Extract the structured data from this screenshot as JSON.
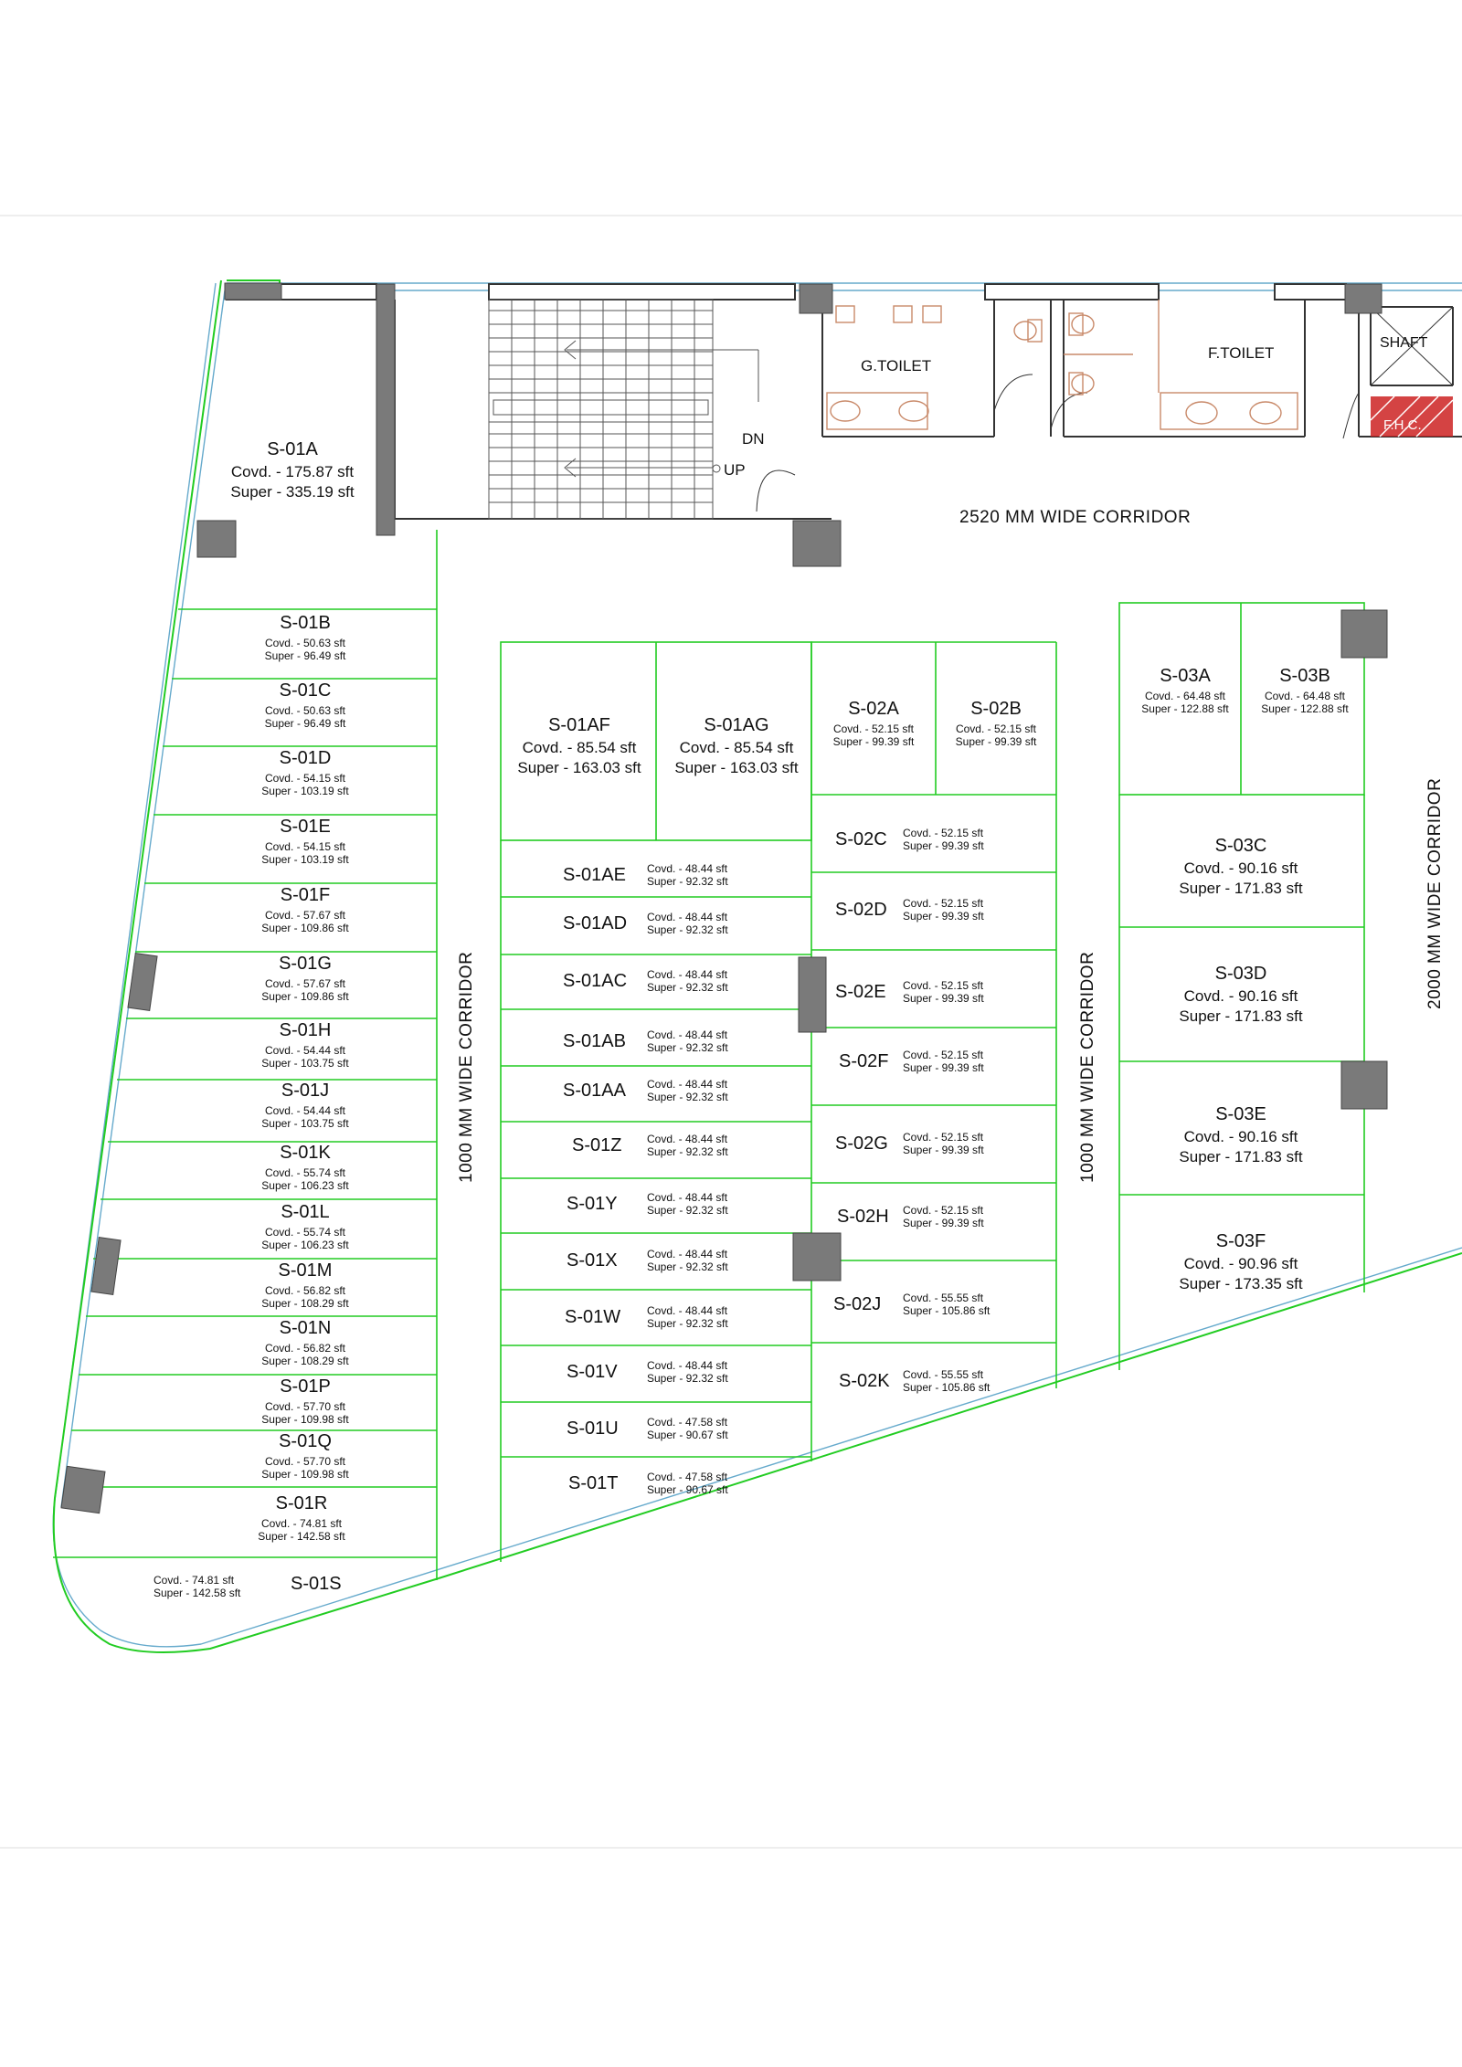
{
  "labels": {
    "corridor_top": "2520 MM WIDE CORRIDOR",
    "corridor_left": "1000 MM WIDE CORRIDOR",
    "corridor_mid": "1000 MM WIDE CORRIDOR",
    "corridor_right": "2000 MM WIDE CORRIDOR",
    "g_toilet": "G.TOILET",
    "f_toilet": "F.TOILET",
    "shaft": "SHAFT",
    "fhc": "F.H.C.",
    "dn": "DN",
    "up": "UP"
  },
  "units": [
    {
      "id": "S-01A",
      "covd": "Covd. - 175.87  sft",
      "super": "Super - 335.19  sft"
    },
    {
      "id": "S-01B",
      "covd": "Covd. - 50.63  sft",
      "super": "Super - 96.49  sft"
    },
    {
      "id": "S-01C",
      "covd": "Covd. - 50.63  sft",
      "super": "Super - 96.49  sft"
    },
    {
      "id": "S-01D",
      "covd": "Covd. - 54.15  sft",
      "super": "Super - 103.19  sft"
    },
    {
      "id": "S-01E",
      "covd": "Covd. - 54.15  sft",
      "super": "Super - 103.19  sft"
    },
    {
      "id": "S-01F",
      "covd": "Covd. - 57.67  sft",
      "super": "Super - 109.86  sft"
    },
    {
      "id": "S-01G",
      "covd": "Covd. - 57.67  sft",
      "super": "Super - 109.86  sft"
    },
    {
      "id": "S-01H",
      "covd": "Covd. - 54.44  sft",
      "super": "Super - 103.75  sft"
    },
    {
      "id": "S-01J",
      "covd": "Covd. - 54.44  sft",
      "super": "Super - 103.75  sft"
    },
    {
      "id": "S-01K",
      "covd": "Covd. - 55.74  sft",
      "super": "Super - 106.23  sft"
    },
    {
      "id": "S-01L",
      "covd": "Covd. - 55.74  sft",
      "super": "Super - 106.23  sft"
    },
    {
      "id": "S-01M",
      "covd": "Covd. - 56.82  sft",
      "super": "Super - 108.29  sft"
    },
    {
      "id": "S-01N",
      "covd": "Covd. - 56.82  sft",
      "super": "Super - 108.29  sft"
    },
    {
      "id": "S-01P",
      "covd": "Covd. - 57.70  sft",
      "super": "Super - 109.98  sft"
    },
    {
      "id": "S-01Q",
      "covd": "Covd. - 57.70  sft",
      "super": "Super - 109.98  sft"
    },
    {
      "id": "S-01R",
      "covd": "Covd. - 74.81  sft",
      "super": "Super - 142.58  sft"
    },
    {
      "id": "S-01S",
      "covd": "Covd. - 74.81  sft",
      "super": "Super - 142.58  sft"
    },
    {
      "id": "S-01AF",
      "covd": "Covd. - 85.54  sft",
      "super": "Super - 163.03  sft"
    },
    {
      "id": "S-01AG",
      "covd": "Covd. - 85.54  sft",
      "super": "Super - 163.03  sft"
    },
    {
      "id": "S-01AE",
      "covd": "Covd. - 48.44  sft",
      "super": "Super - 92.32  sft"
    },
    {
      "id": "S-01AD",
      "covd": "Covd. - 48.44  sft",
      "super": "Super - 92.32  sft"
    },
    {
      "id": "S-01AC",
      "covd": "Covd. - 48.44  sft",
      "super": "Super - 92.32  sft"
    },
    {
      "id": "S-01AB",
      "covd": "Covd. - 48.44  sft",
      "super": "Super - 92.32  sft"
    },
    {
      "id": "S-01AA",
      "covd": "Covd. - 48.44  sft",
      "super": "Super - 92.32  sft"
    },
    {
      "id": "S-01Z",
      "covd": "Covd. - 48.44  sft",
      "super": "Super - 92.32  sft"
    },
    {
      "id": "S-01Y",
      "covd": "Covd. - 48.44  sft",
      "super": "Super - 92.32  sft"
    },
    {
      "id": "S-01X",
      "covd": "Covd. - 48.44  sft",
      "super": "Super - 92.32  sft"
    },
    {
      "id": "S-01W",
      "covd": "Covd. - 48.44  sft",
      "super": "Super - 92.32  sft"
    },
    {
      "id": "S-01V",
      "covd": "Covd. - 48.44  sft",
      "super": "Super - 92.32  sft"
    },
    {
      "id": "S-01U",
      "covd": "Covd. - 47.58  sft",
      "super": "Super - 90.67  sft"
    },
    {
      "id": "S-01T",
      "covd": "Covd. - 47.58  sft",
      "super": "Super - 90.67  sft"
    },
    {
      "id": "S-02A",
      "covd": "Covd. - 52.15  sft",
      "super": "Super -  99.39 sft"
    },
    {
      "id": "S-02B",
      "covd": "Covd. - 52.15  sft",
      "super": "Super -  99.39 sft"
    },
    {
      "id": "S-02C",
      "covd": "Covd. - 52.15  sft",
      "super": "Super -  99.39 sft"
    },
    {
      "id": "S-02D",
      "covd": "Covd. - 52.15  sft",
      "super": "Super -  99.39 sft"
    },
    {
      "id": "S-02E",
      "covd": "Covd. - 52.15  sft",
      "super": "Super -  99.39 sft"
    },
    {
      "id": "S-02F",
      "covd": "Covd. - 52.15  sft",
      "super": "Super -  99.39 sft"
    },
    {
      "id": "S-02G",
      "covd": "Covd. - 52.15  sft",
      "super": "Super -  99.39 sft"
    },
    {
      "id": "S-02H",
      "covd": "Covd. - 52.15  sft",
      "super": "Super -  99.39 sft"
    },
    {
      "id": "S-02J",
      "covd": "Covd. - 55.55  sft",
      "super": "Super -  105.86 sft"
    },
    {
      "id": "S-02K",
      "covd": "Covd. - 55.55  sft",
      "super": "Super -  105.86 sft"
    },
    {
      "id": "S-03A",
      "covd": "Covd. - 64.48 sft",
      "super": "Super - 122.88 sft"
    },
    {
      "id": "S-03B",
      "covd": "Covd. - 64.48 sft",
      "super": "Super - 122.88 sft"
    },
    {
      "id": "S-03C",
      "covd": "Covd. - 90.16 sft",
      "super": "Super - 171.83 sft"
    },
    {
      "id": "S-03D",
      "covd": "Covd. - 90.16 sft",
      "super": "Super - 171.83 sft"
    },
    {
      "id": "S-03E",
      "covd": "Covd. - 90.16 sft",
      "super": "Super - 171.83 sft"
    },
    {
      "id": "S-03F",
      "covd": "Covd. - 90.96 sft",
      "super": "Super - 173.35 sft"
    }
  ],
  "colors": {
    "partition": "#22cc22",
    "boundary": "#66aacc",
    "column": "#7a7a7a",
    "wall": "#333333",
    "fixture": "#c98a6a",
    "fhc": "#cc2222"
  }
}
